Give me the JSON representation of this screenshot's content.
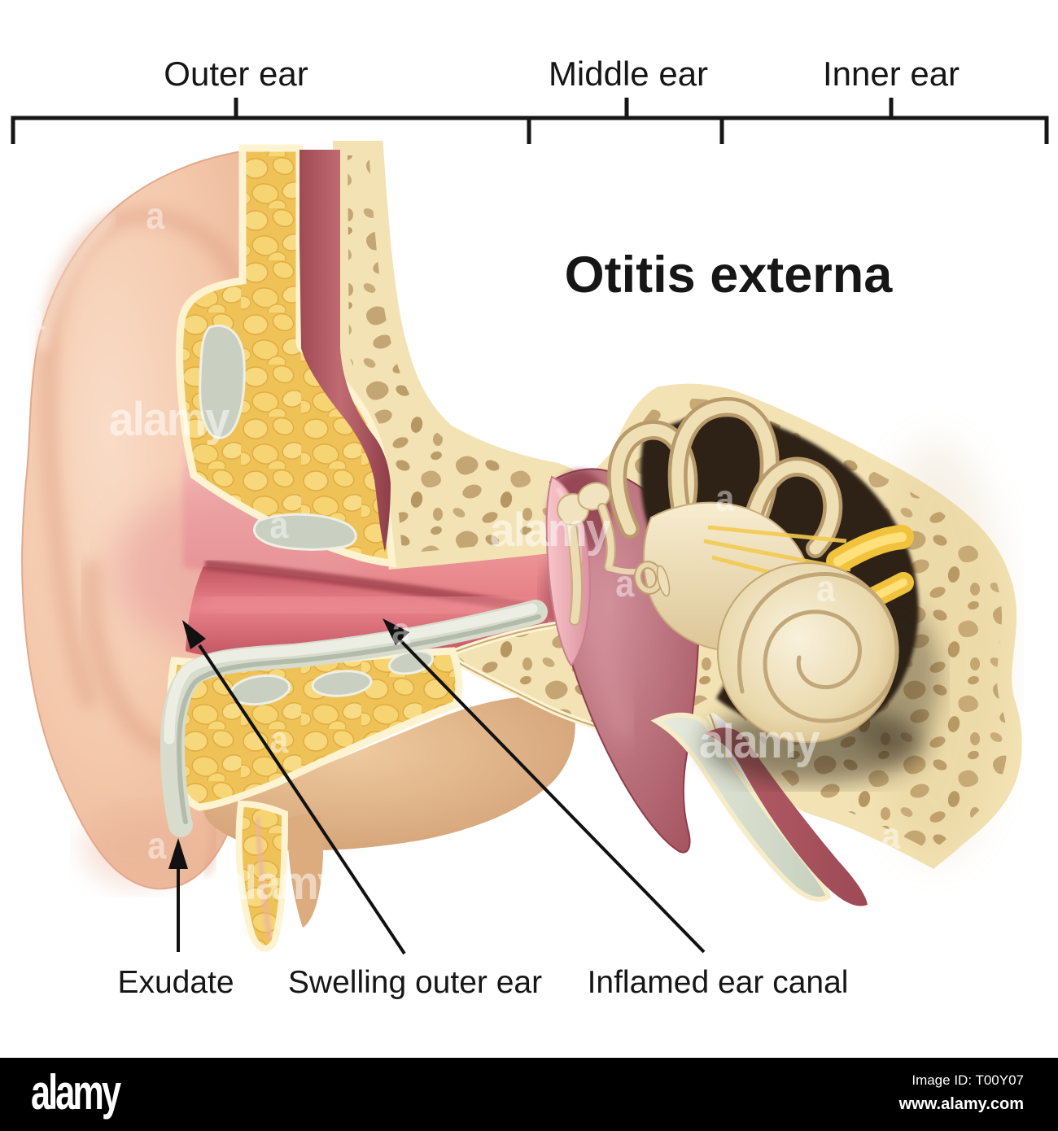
{
  "title": "Otitis externa",
  "bracket": {
    "outer_label": "Outer ear",
    "middle_label": "Middle ear",
    "inner_label": "Inner ear"
  },
  "annotations": {
    "exudate": "Exudate",
    "swelling": "Swelling outer ear",
    "inflamed": "Inflamed ear canal"
  },
  "watermark": {
    "logo": "alamy",
    "tile": "a"
  },
  "footer": {
    "logo": "alamy",
    "image_id": "Image ID: T00Y07",
    "url": "www.alamy.com"
  },
  "palette": {
    "background": "#ffffff",
    "line": "#161616",
    "skin": "#f2c2a6",
    "skin_shadow": "#df9f83",
    "fat": "#eec256",
    "fat_lobule": "#f7d87c",
    "cream_border": "#fdf3d0",
    "bone": "#f3e3b4",
    "bone_trabecula": "#c3a673",
    "canal_red": "#e2737c",
    "canal_dark": "#a34450",
    "cavity_mauve": "#c0727e",
    "fossa_dark": "#2e2315",
    "labyrinth_cream": "#eedfb4",
    "nerve_yellow": "#f1c23c",
    "cartilage_gray": "#ccd3c5",
    "exudate_gray": "#d8dccc",
    "muscle_red": "#a64c56",
    "footer_bg": "#000000"
  }
}
